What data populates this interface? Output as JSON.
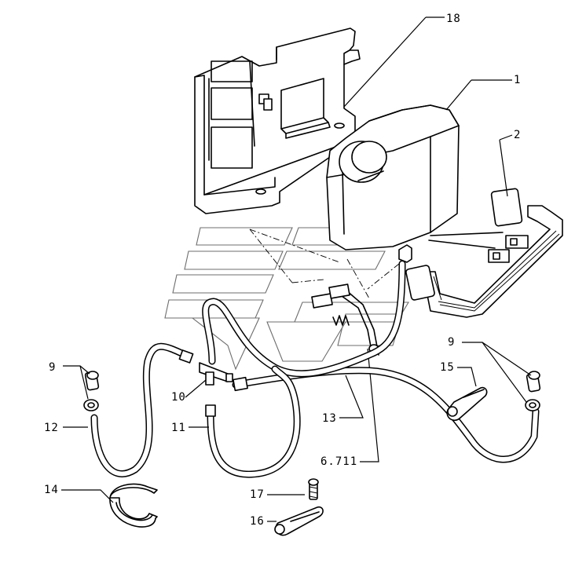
{
  "callouts": {
    "c1": "1",
    "c2": "2",
    "c9a": "9",
    "c9b": "9",
    "c10": "10",
    "c11": "11",
    "c12": "12",
    "c13": "13",
    "c14": "14",
    "c15": "15",
    "c16": "16",
    "c17": "17",
    "c18": "18",
    "c6711": "6.711"
  }
}
